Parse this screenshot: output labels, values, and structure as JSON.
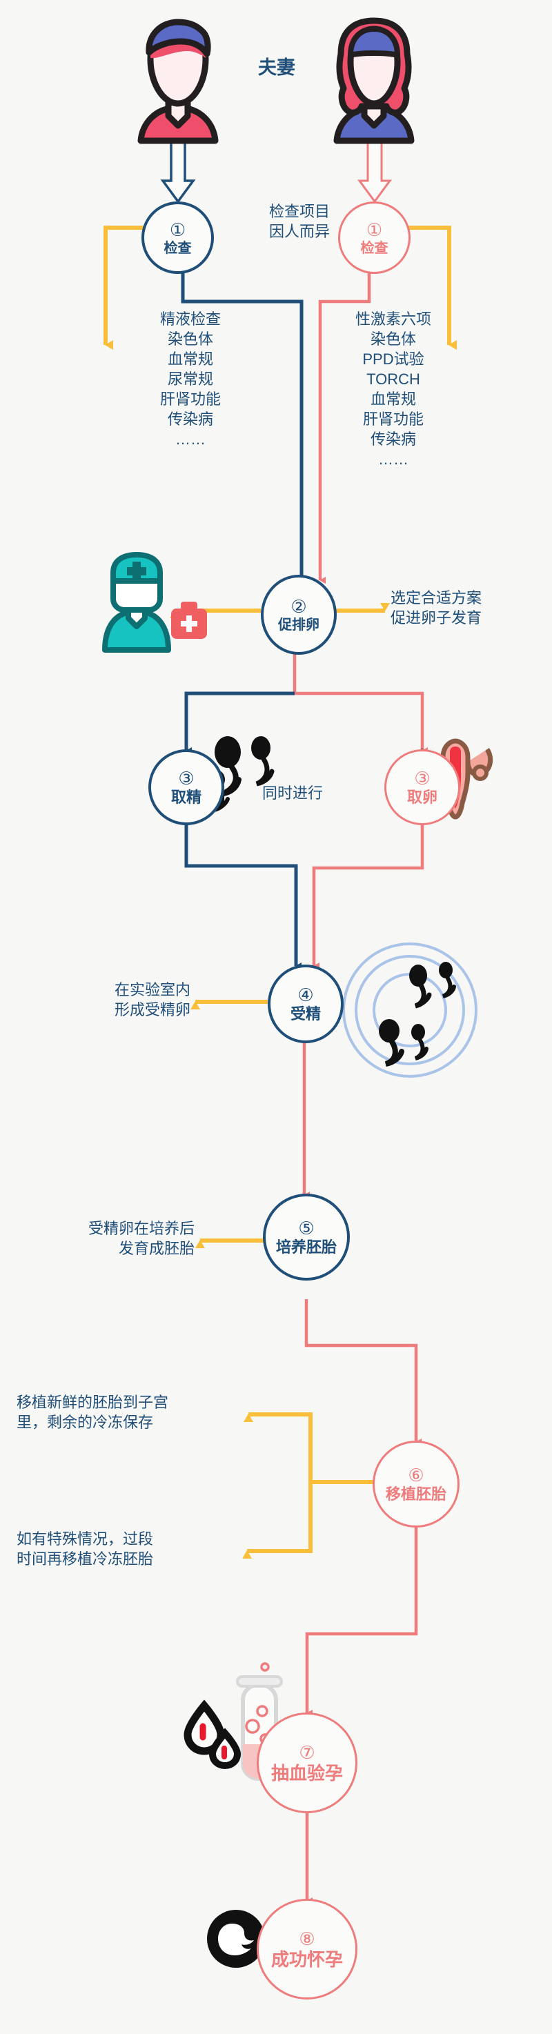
{
  "title": "夫妻",
  "colors": {
    "blue": "#1f4e79",
    "red": "#ef7c7c",
    "yellow": "#f9bf3b",
    "teal": "#16c3c0",
    "background": "#f7f7f5"
  },
  "steps": {
    "husband_check": {
      "num": "①",
      "label": "检查"
    },
    "wife_check": {
      "num": "①",
      "label": "检查"
    },
    "ovulation": {
      "num": "②",
      "label": "促排卵"
    },
    "sperm_retrieval": {
      "num": "③",
      "label": "取精"
    },
    "egg_retrieval": {
      "num": "③",
      "label": "取卵"
    },
    "fertilization": {
      "num": "④",
      "label": "受精"
    },
    "embryo_culture": {
      "num": "⑤",
      "label": "培养胚胎"
    },
    "embryo_transfer": {
      "num": "⑥",
      "label": "移植胚胎"
    },
    "blood_test": {
      "num": "⑦",
      "label": "抽血验孕"
    },
    "pregnancy": {
      "num": "⑧",
      "label": "成功怀孕"
    }
  },
  "notes": {
    "check_varies": "检查项目\n因人而异",
    "male_items": "精液检查\n染色体\n血常规\n尿常规\n肝肾功能\n传染病\n……",
    "female_items": "性激素六项\n染色体\nPPD试验\nTORCH\n血常规\n肝肾功能\n传染病\n……",
    "ovulation_note": "选定合适方案\n促进卵子发育",
    "simultaneous": "同时进行",
    "fertilization_note": "在实验室内\n形成受精卵",
    "culture_note": "受精卵在培养后\n发育成胚胎",
    "transfer_note_fresh": "移植新鲜的胚胎到子宫\n里，剩余的冷冻保存",
    "transfer_note_frozen": "如有特殊情况，过段\n时间再移植冷冻胚胎"
  },
  "icons": {
    "husband": "man-avatar-icon",
    "wife": "woman-avatar-icon",
    "doctor": "doctor-icon",
    "medkit": "medical-kit-icon",
    "sperm": "sperm-icon",
    "uterus": "uterus-icon",
    "petri_dish": "petri-dish-icon",
    "test_tube": "test-tube-icon",
    "blood_drops": "blood-drop-icon",
    "fetus": "fetus-icon"
  }
}
